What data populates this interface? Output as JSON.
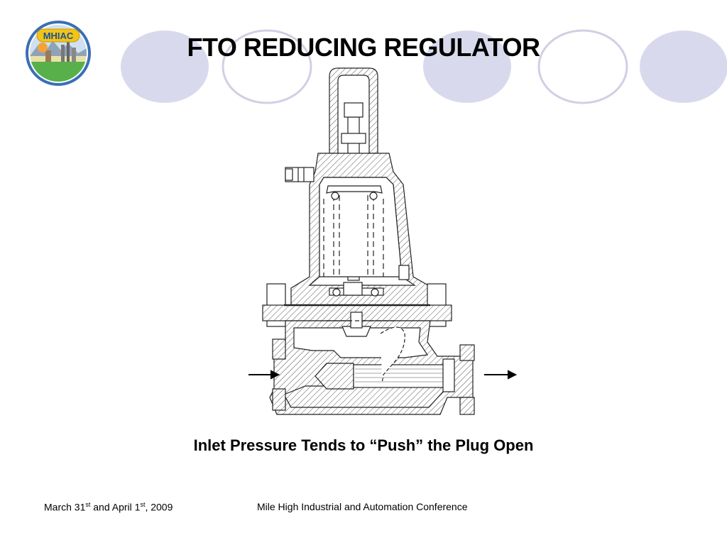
{
  "slide": {
    "title": "FTO REDUCING REGULATOR",
    "caption": "Inlet Pressure Tends to “Push” the Plug Open"
  },
  "logo": {
    "text": "MHIAC",
    "ring_color": "#3a6fb5",
    "badge_color": "#f2c417"
  },
  "footer": {
    "date_part1": "March 31",
    "date_sup1": "st",
    "date_part2": " and April 1",
    "date_sup2": "st",
    "date_part3": ", 2009",
    "conference": "Mile High Industrial and Automation Conference"
  },
  "theme": {
    "circle_fill": "#d9d9ee",
    "circle_outline": "#d0d0e4"
  },
  "diagram": {
    "icon": "regulator-cross-section",
    "flow_arrows": [
      "inlet-arrow",
      "outlet-arrow"
    ]
  }
}
